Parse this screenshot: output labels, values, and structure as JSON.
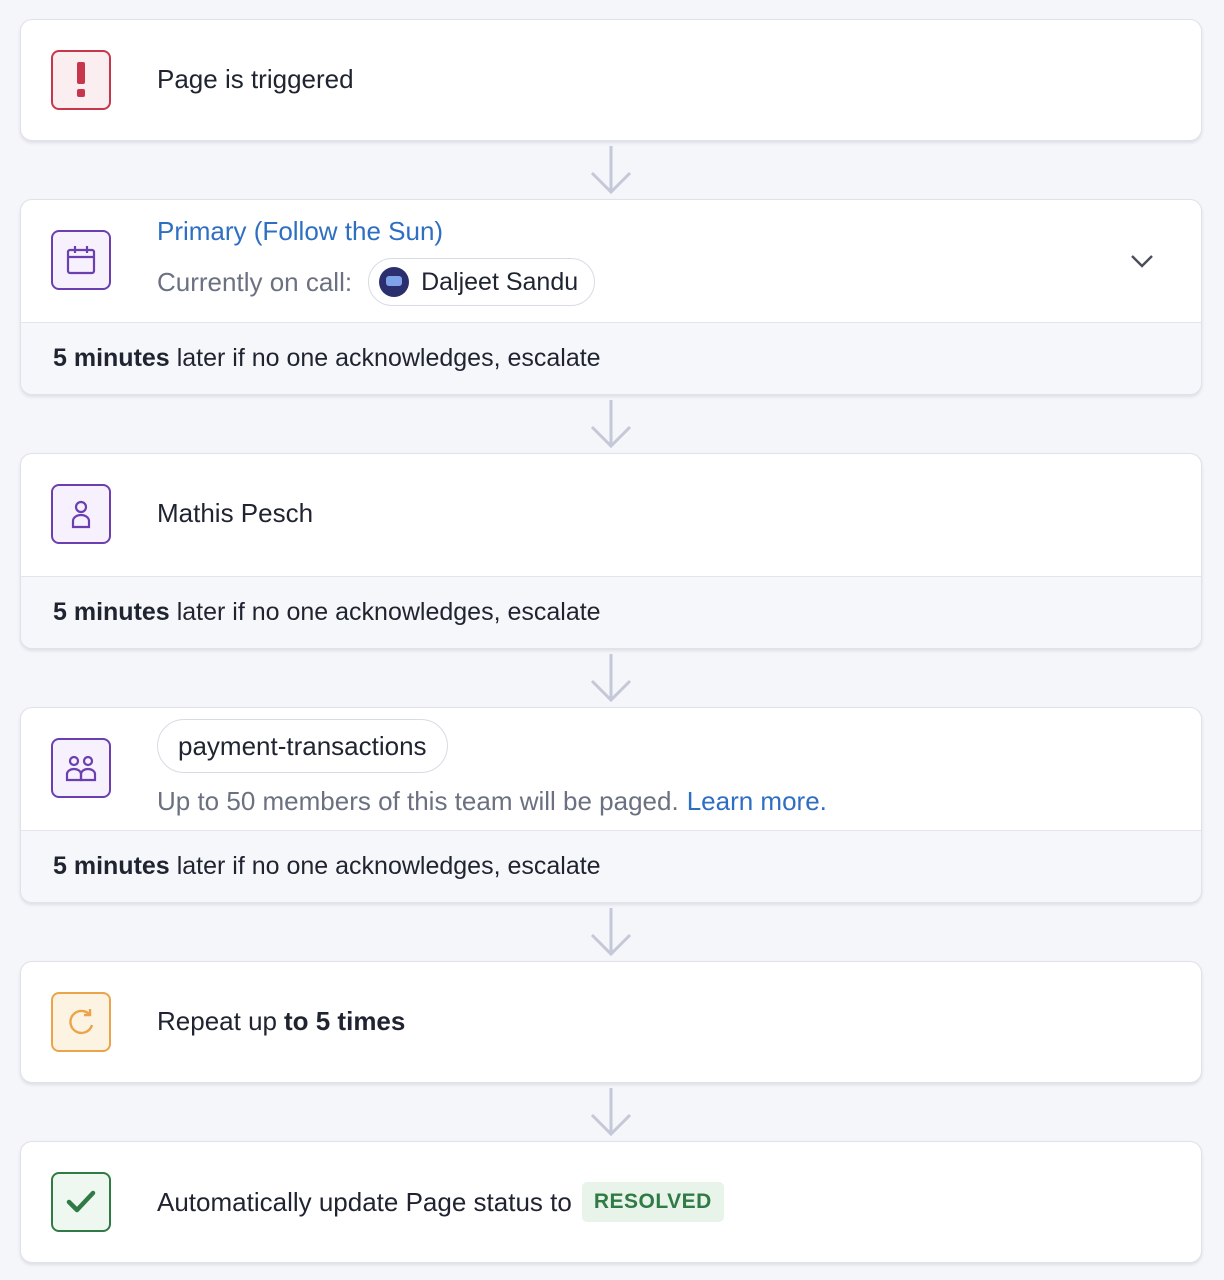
{
  "steps": {
    "trigger": {
      "label": "Page is triggered",
      "icon": "exclamation-icon"
    },
    "schedule": {
      "title": "Primary (Follow the Sun)",
      "oncall_label": "Currently on call:",
      "oncall_user": "Daljeet Sandu",
      "footer_bold": "5 minutes",
      "footer_rest": "later if no one acknowledges, escalate",
      "icon": "calendar-icon"
    },
    "user": {
      "name": "Mathis Pesch",
      "footer_bold": "5 minutes",
      "footer_rest": "later if no one acknowledges, escalate",
      "icon": "user-icon"
    },
    "team": {
      "name": "payment-transactions",
      "description": "Up to 50 members of this team will be paged.",
      "learn_more": "Learn more.",
      "footer_bold": "5 minutes",
      "footer_rest": "later if no one acknowledges, escalate",
      "icon": "team-icon"
    },
    "repeat": {
      "prefix": "Repeat up",
      "bold": "to 5 times",
      "icon": "repeat-icon"
    },
    "resolve": {
      "label": "Automatically update Page status to",
      "status": "RESOLVED",
      "icon": "check-icon"
    }
  },
  "colors": {
    "link": "#2e6fc2",
    "danger": "#c6374b",
    "purple": "#6b3fb0",
    "orange": "#eba44a",
    "success": "#2f7a45"
  }
}
